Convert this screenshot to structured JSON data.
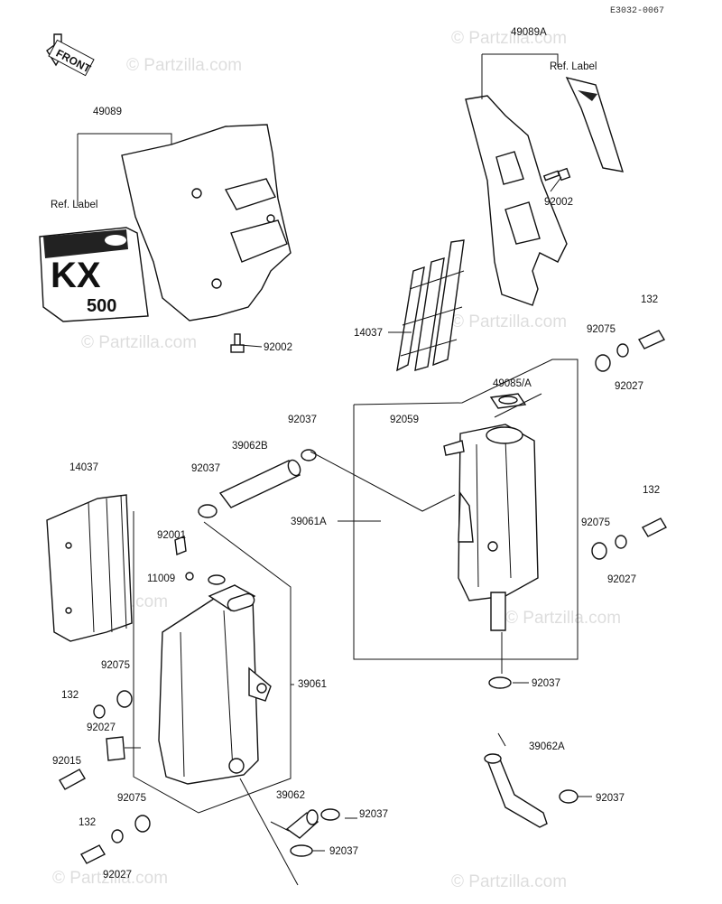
{
  "figure_code": "E3032-0067",
  "watermark": "© Partzilla.com",
  "front_arrow_label": "FRONT",
  "decal": {
    "brand": "KX",
    "model": "500"
  },
  "callouts": [
    {
      "id": "49089A",
      "text": "49089A"
    },
    {
      "id": "ref-label-right",
      "text": "Ref. Label"
    },
    {
      "id": "49089",
      "text": "49089"
    },
    {
      "id": "ref-label-left",
      "text": "Ref. Label"
    },
    {
      "id": "92002-right",
      "text": "92002"
    },
    {
      "id": "92002-left",
      "text": "92002"
    },
    {
      "id": "132-top",
      "text": "132"
    },
    {
      "id": "14037-top",
      "text": "14037"
    },
    {
      "id": "92075-top",
      "text": "92075"
    },
    {
      "id": "92027-top",
      "text": "92027"
    },
    {
      "id": "49085A",
      "text": "49085/A"
    },
    {
      "id": "92037-a",
      "text": "92037"
    },
    {
      "id": "92059",
      "text": "92059"
    },
    {
      "id": "39062B",
      "text": "39062B"
    },
    {
      "id": "14037-left",
      "text": "14037"
    },
    {
      "id": "92037-b",
      "text": "92037"
    },
    {
      "id": "132-mid",
      "text": "132"
    },
    {
      "id": "39061A",
      "text": "39061A"
    },
    {
      "id": "92075-mid",
      "text": "92075"
    },
    {
      "id": "92001",
      "text": "92001"
    },
    {
      "id": "92027-mid",
      "text": "92027"
    },
    {
      "id": "11009",
      "text": "11009"
    },
    {
      "id": "92075-left",
      "text": "92075"
    },
    {
      "id": "39061",
      "text": "39061"
    },
    {
      "id": "92037-c",
      "text": "92037"
    },
    {
      "id": "132-left",
      "text": "132"
    },
    {
      "id": "92027-left",
      "text": "92027"
    },
    {
      "id": "92015",
      "text": "92015"
    },
    {
      "id": "39062A",
      "text": "39062A"
    },
    {
      "id": "92075-bot",
      "text": "92075"
    },
    {
      "id": "39062",
      "text": "39062"
    },
    {
      "id": "92037-d",
      "text": "92037"
    },
    {
      "id": "92037-e",
      "text": "92037"
    },
    {
      "id": "92037-f",
      "text": "92037"
    },
    {
      "id": "132-bot",
      "text": "132"
    },
    {
      "id": "92027-bot",
      "text": "92027"
    }
  ]
}
